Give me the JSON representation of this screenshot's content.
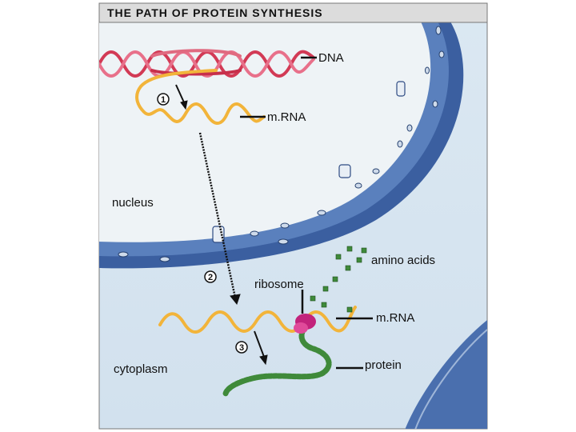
{
  "title": "THE PATH OF PROTEIN SYNTHESIS",
  "labels": {
    "dna": "DNA",
    "mrna_nucleus": "m.RNA",
    "nucleus": "nucleus",
    "amino_acids": "amino acids",
    "ribosome": "ribosome",
    "mrna_cytoplasm": "m.RNA",
    "cytoplasm": "cytoplasm",
    "protein": "protein"
  },
  "steps": [
    "1",
    "2",
    "3"
  ],
  "colors": {
    "background": "#dde9f2",
    "nucleoplasm": "#f0f4f7",
    "envelope": "#3b5fa0",
    "dna": "#d23a55",
    "mrna": "#f2b43a",
    "ribosome": "#c2237c",
    "protein": "#3f8a3a"
  }
}
